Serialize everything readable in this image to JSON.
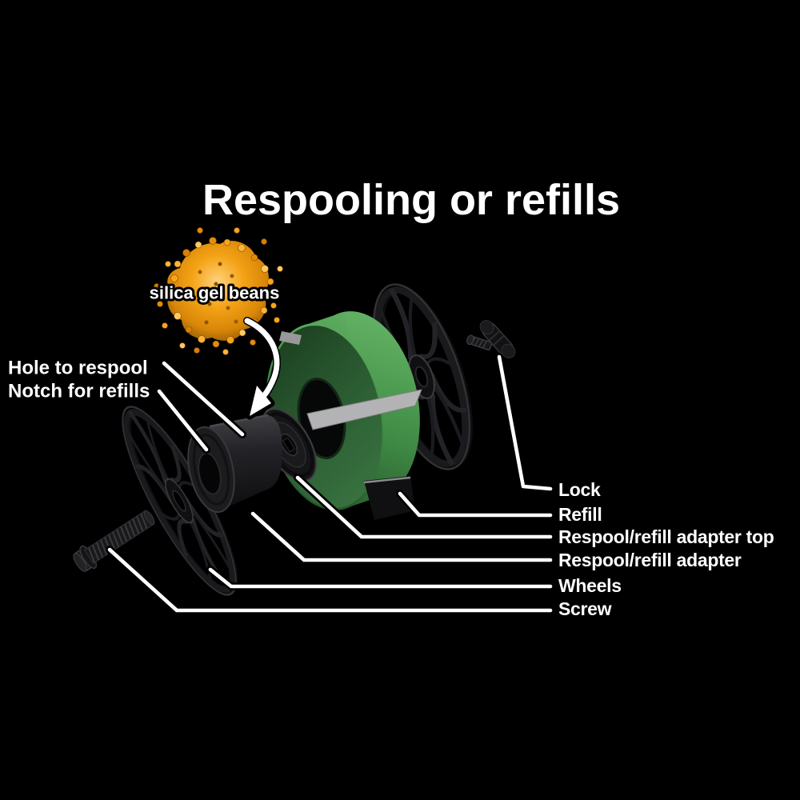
{
  "title": "Respooling or refills",
  "diagram": {
    "silica_label": "silica gel beans",
    "left_labels": [
      "Hole to respool",
      "Notch for refills"
    ],
    "right_labels": [
      "Lock",
      "Refill",
      "Respool/refill adapter top",
      "Respool/refill adapter",
      "Wheels",
      "Screw"
    ]
  },
  "colors": {
    "background": "#000000",
    "text": "#ffffff",
    "leader_line": "#ffffff",
    "refill_green": "#4f9f53",
    "refill_green_dark": "#2a5830",
    "band_gray": "#b3b3b5",
    "silica_orange": "#f2a011",
    "hardware_black": "#161618"
  }
}
